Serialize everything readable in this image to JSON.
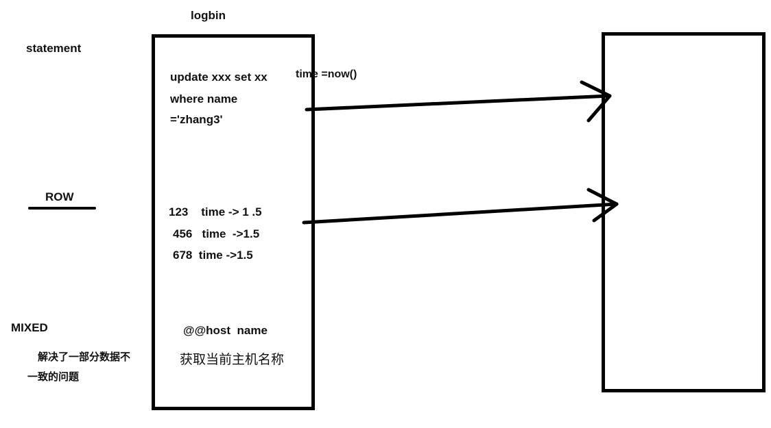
{
  "labels": {
    "logbin": "logbin",
    "statement": "statement",
    "row": "ROW",
    "mixed": "MIXED",
    "mixed_note_line1": "解决了一部分数据不",
    "mixed_note_line2": "一致的问题"
  },
  "logbin_box": {
    "statement_sql_line1": "update xxx set xx",
    "statement_sql_extra": "time =now()",
    "statement_sql_line2": "where name",
    "statement_sql_line3": "='zhang3'",
    "row_line1": "123    time -> 1 .5",
    "row_line2": "456   time  ->1.5",
    "row_line3": "678  time ->1.5",
    "mixed_host": "@@host  name",
    "mixed_host_desc": "获取当前主机名称"
  },
  "colors": {
    "stroke": "#000000",
    "text": "#111111",
    "background": "#ffffff"
  }
}
